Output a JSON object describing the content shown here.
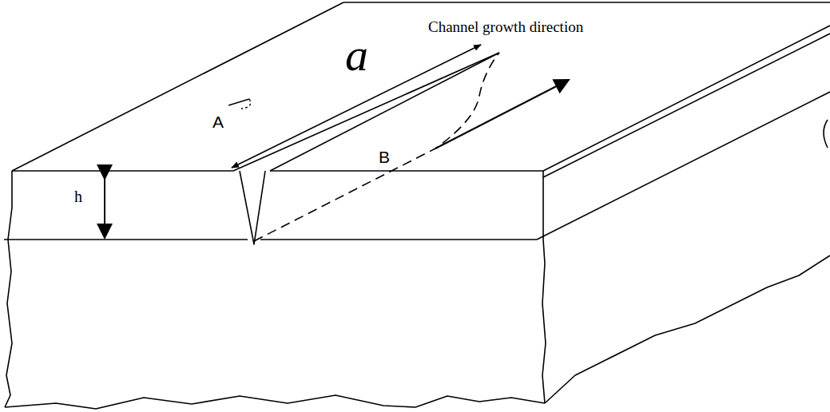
{
  "diagram": {
    "labels": [
      "Channel growth direction",
      "a",
      "A",
      "B",
      "h"
    ]
  }
}
